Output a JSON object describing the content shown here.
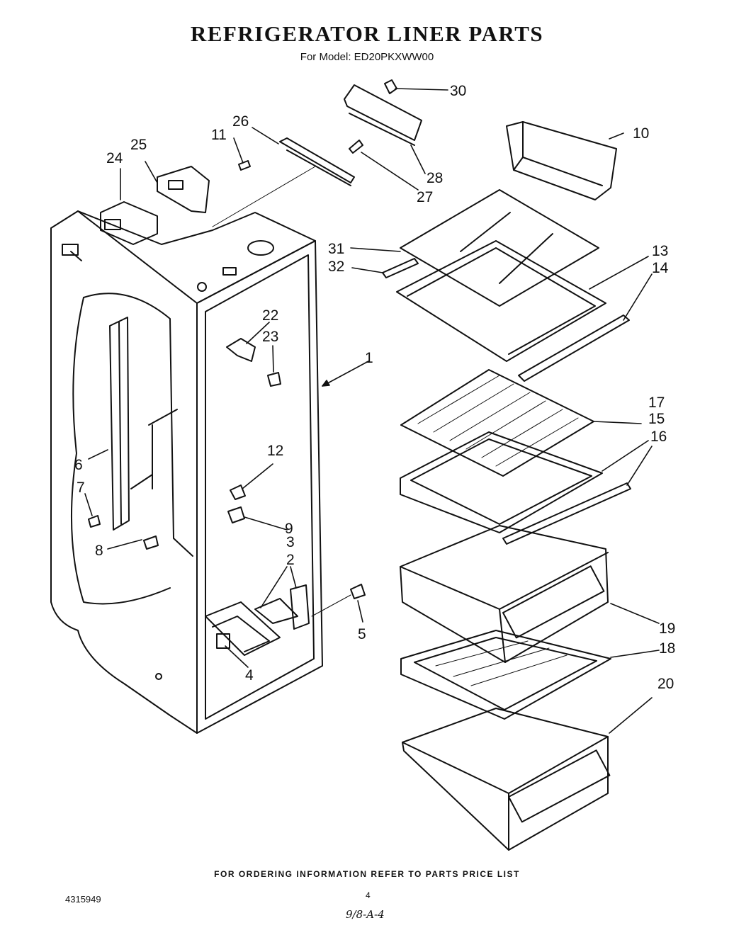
{
  "title": "REFRIGERATOR LINER PARTS",
  "subtitle": "For Model: ED20PKXWW00",
  "footer_note": "FOR ORDERING INFORMATION REFER TO PARTS PRICE LIST",
  "document_number": "4315949",
  "page_number": "4",
  "drawing_code": "9/8-A-4",
  "callouts": [
    {
      "id": "1",
      "label": "1"
    },
    {
      "id": "2",
      "label": "2"
    },
    {
      "id": "3",
      "label": "3"
    },
    {
      "id": "4",
      "label": "4"
    },
    {
      "id": "5",
      "label": "5"
    },
    {
      "id": "6",
      "label": "6"
    },
    {
      "id": "7",
      "label": "7"
    },
    {
      "id": "8",
      "label": "8"
    },
    {
      "id": "9",
      "label": "9"
    },
    {
      "id": "10",
      "label": "10"
    },
    {
      "id": "11",
      "label": "11"
    },
    {
      "id": "12",
      "label": "12"
    },
    {
      "id": "13",
      "label": "13"
    },
    {
      "id": "14",
      "label": "14"
    },
    {
      "id": "15",
      "label": "15"
    },
    {
      "id": "16",
      "label": "16"
    },
    {
      "id": "17",
      "label": "17"
    },
    {
      "id": "18",
      "label": "18"
    },
    {
      "id": "19",
      "label": "19"
    },
    {
      "id": "20",
      "label": "20"
    },
    {
      "id": "22",
      "label": "22"
    },
    {
      "id": "23",
      "label": "23"
    },
    {
      "id": "24",
      "label": "24"
    },
    {
      "id": "25",
      "label": "25"
    },
    {
      "id": "26",
      "label": "26"
    },
    {
      "id": "27",
      "label": "27"
    },
    {
      "id": "28",
      "label": "28"
    },
    {
      "id": "30",
      "label": "30"
    },
    {
      "id": "31",
      "label": "31"
    },
    {
      "id": "32",
      "label": "32"
    }
  ]
}
